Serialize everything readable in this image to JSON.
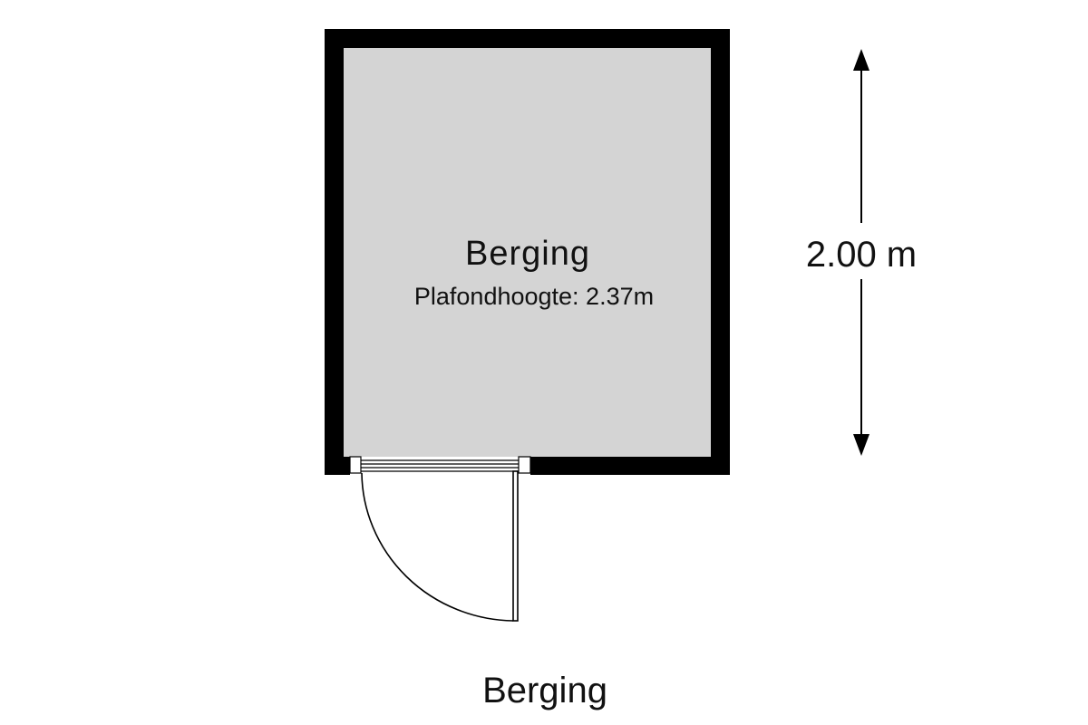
{
  "room": {
    "name": "Berging",
    "ceiling_height": "Plafondhoogte: 2.37m"
  },
  "dimension": {
    "label": "2.00 m"
  },
  "plan": {
    "title": "Berging"
  },
  "colors": {
    "wall": "#000000",
    "floor": "#d4d4d4",
    "background": "#ffffff",
    "text": "#111111"
  }
}
